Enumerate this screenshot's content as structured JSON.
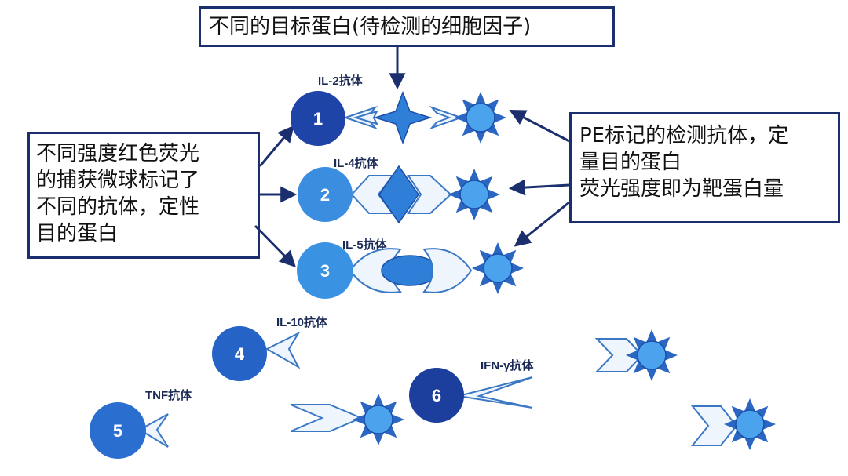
{
  "title_box": {
    "text": "不同的目标蛋白(待检测的细胞因子)"
  },
  "left_box": {
    "lines": [
      "不同强度红色荧光",
      "的捕获微球标记了",
      "不同的抗体，定性",
      "目的蛋白"
    ]
  },
  "right_box": {
    "lines": [
      "PE标记的检测抗体，定",
      "量目的蛋白",
      "荧光强度即为靶蛋白量"
    ]
  },
  "antibody_labels": [
    "IL-2抗体",
    "IL-4抗体",
    "IL-5抗体",
    "IL-10抗体",
    "TNF抗体",
    "IFN-γ抗体"
  ],
  "beads": [
    {
      "number": "1",
      "color": "#1e44a8"
    },
    {
      "number": "2",
      "color": "#3b8de0"
    },
    {
      "number": "3",
      "color": "#3a92e2"
    },
    {
      "number": "4",
      "color": "#2563c6"
    },
    {
      "number": "5",
      "color": "#2a6fd0"
    },
    {
      "number": "6",
      "color": "#1c3f9e"
    }
  ],
  "colors": {
    "arrow": "#1b2f6e",
    "box_border": "#1b2f6e",
    "protein_fill": "#2f7fd8",
    "antibody_fill": "#eef5fc",
    "antibody_stroke": "#3a78c6",
    "pe_fill": "#4aa3ec",
    "pe_ray": "#2a66c2"
  }
}
